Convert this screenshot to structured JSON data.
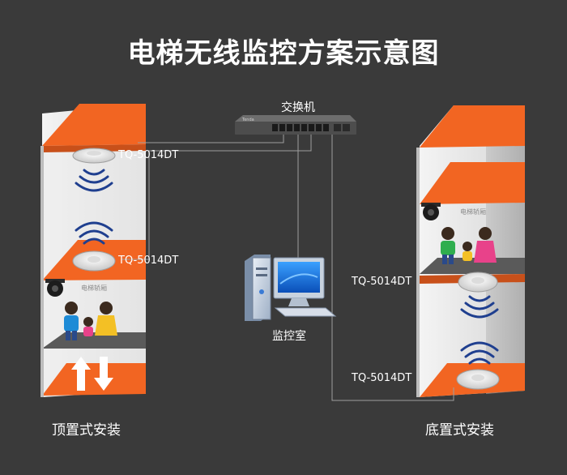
{
  "title": "电梯无线监控方案示意图",
  "switch_label": "交换机",
  "switch_brand": "Tenda",
  "monitor_room_label": "监控室",
  "ap_model": "TQ-5014DT",
  "car_label": "电梯轿厢",
  "left_install_label": "顶置式安装",
  "right_install_label": "底置式安装",
  "colors": {
    "background": "#3a3a3a",
    "shaft": "#d9d9d9",
    "shaft_side": "#a6a6a6",
    "orange": "#f26522",
    "cable": "#9e9e9e",
    "signal": "#1f3f8f"
  }
}
